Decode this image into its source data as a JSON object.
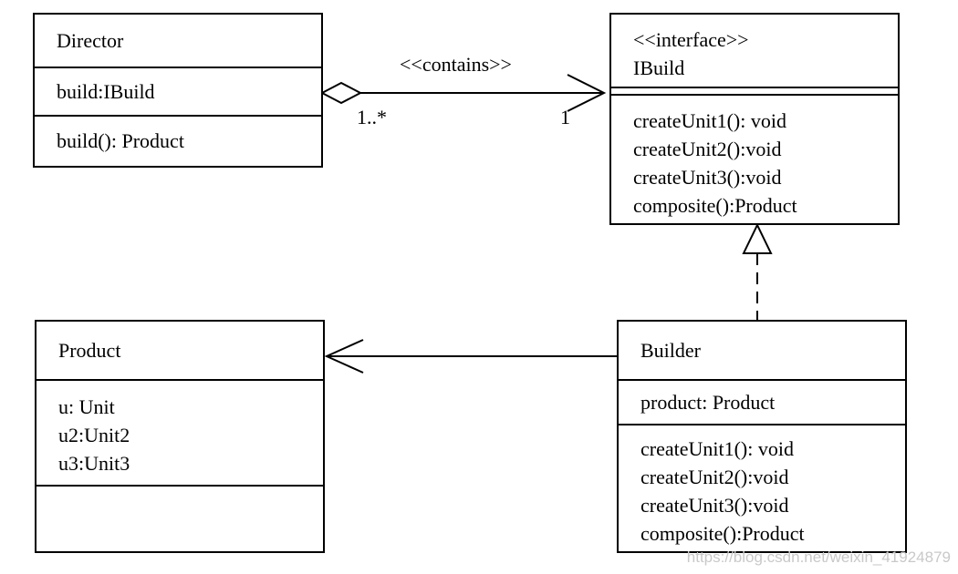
{
  "director": {
    "name": "Director",
    "attributes": [
      "build:IBuild"
    ],
    "operations": [
      "build(): Product"
    ]
  },
  "ibuild": {
    "stereotype": "<<interface>>",
    "name": "IBuild",
    "attributes": [],
    "operations": [
      "createUnit1(): void",
      "createUnit2():void",
      "createUnit3():void",
      "composite():Product"
    ]
  },
  "product": {
    "name": "Product",
    "attributes": [
      "u: Unit",
      "u2:Unit2",
      "u3:Unit3"
    ],
    "operations": []
  },
  "builder": {
    "name": "Builder",
    "attributes": [
      "product: Product"
    ],
    "operations": [
      "createUnit1(): void",
      "createUnit2():void",
      "createUnit3():void",
      "composite():Product"
    ]
  },
  "relations": {
    "aggregation": {
      "label": "<<contains>>",
      "source_multiplicity": "1..*",
      "target_multiplicity": "1"
    },
    "realization": {
      "from": "Builder",
      "to": "IBuild"
    },
    "association": {
      "from": "Builder",
      "to": "Product"
    }
  },
  "watermark": "https://blog.csdn.net/weixin_41924879"
}
